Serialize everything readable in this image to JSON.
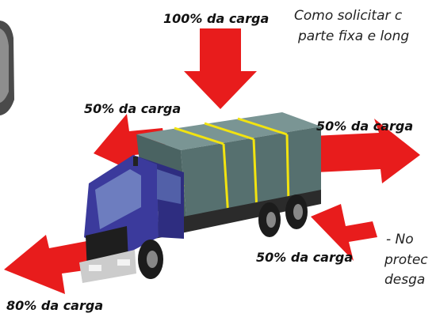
{
  "labels": {
    "top": "100% da carga",
    "upper_left": "50% da carga",
    "upper_right": "50% da carga",
    "lower_right": "50% da carga",
    "lower_left": "80% da carga"
  },
  "notes": {
    "line1": "Como solicitar c",
    "line2": "parte fixa e long",
    "line3": "- No",
    "line4": "protec",
    "line5": "desga"
  },
  "colors": {
    "arrow": "#e81c1c",
    "truck_cab": "#3b3a9c",
    "cargo_box": "#56706f",
    "strap": "#f2e310"
  }
}
